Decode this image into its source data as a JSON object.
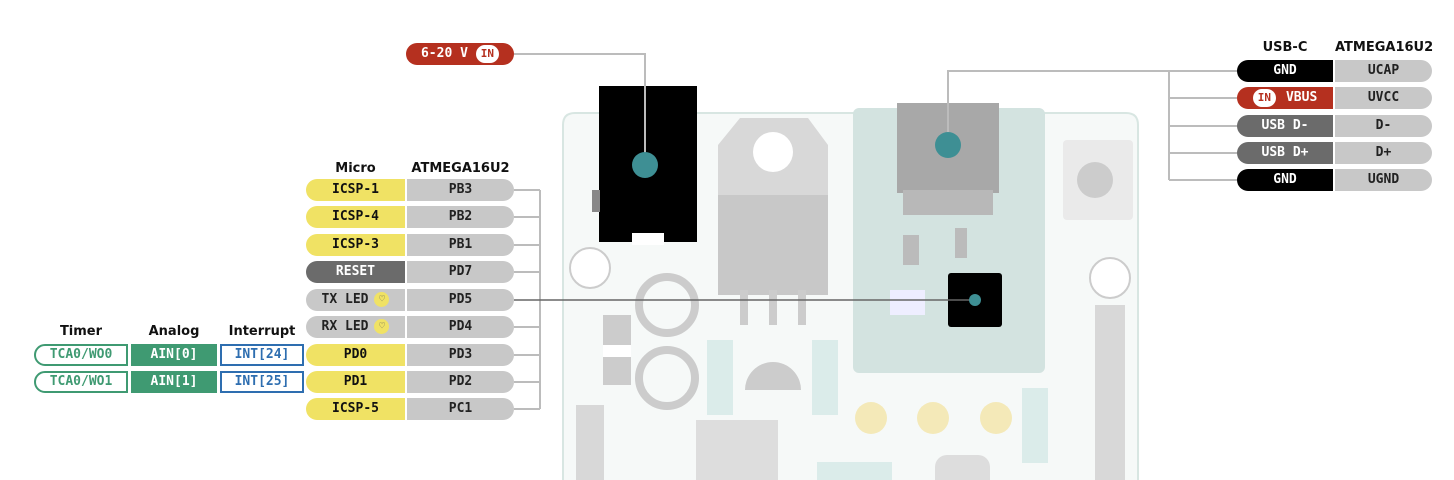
{
  "power": {
    "label": "6-20 V",
    "badge": "IN"
  },
  "left_headers": {
    "timer": "Timer",
    "analog": "Analog",
    "interrupt": "Interrupt",
    "micro": "Micro",
    "atmega": "ATMEGA16U2"
  },
  "left_rows": [
    {
      "micro": "ICSP-1",
      "atmega": "PB3",
      "style": "yel"
    },
    {
      "micro": "ICSP-4",
      "atmega": "PB2",
      "style": "yel"
    },
    {
      "micro": "ICSP-3",
      "atmega": "PB1",
      "style": "yel"
    },
    {
      "micro": "RESET",
      "atmega": "PD7",
      "style": "dgr"
    },
    {
      "micro": "TX LED",
      "atmega": "PD5",
      "style": "gry",
      "led": true
    },
    {
      "micro": "RX LED",
      "atmega": "PD4",
      "style": "gry",
      "led": true
    },
    {
      "micro": "PD0",
      "atmega": "PD3",
      "style": "yel",
      "timer": "TCA0/WO0",
      "analog": "AIN[0]",
      "interrupt": "INT[24]"
    },
    {
      "micro": "PD1",
      "atmega": "PD2",
      "style": "yel",
      "timer": "TCA0/WO1",
      "analog": "AIN[1]",
      "interrupt": "INT[25]"
    },
    {
      "micro": "ICSP-5",
      "atmega": "PC1",
      "style": "yel"
    }
  ],
  "right_headers": {
    "usbc": "USB-C",
    "atmega": "ATMEGA16U2"
  },
  "right_rows": [
    {
      "usbc": "GND",
      "atmega": "UCAP",
      "style": "blk"
    },
    {
      "usbc": "VBUS",
      "atmega": "UVCC",
      "style": "red",
      "badge": "IN"
    },
    {
      "usbc": "USB D-",
      "atmega": "D-",
      "style": "dgr"
    },
    {
      "usbc": "USB D+",
      "atmega": "D+",
      "style": "dgr"
    },
    {
      "usbc": "GND",
      "atmega": "UGND",
      "style": "blk"
    }
  ],
  "icons": {
    "led": "led-icon"
  }
}
